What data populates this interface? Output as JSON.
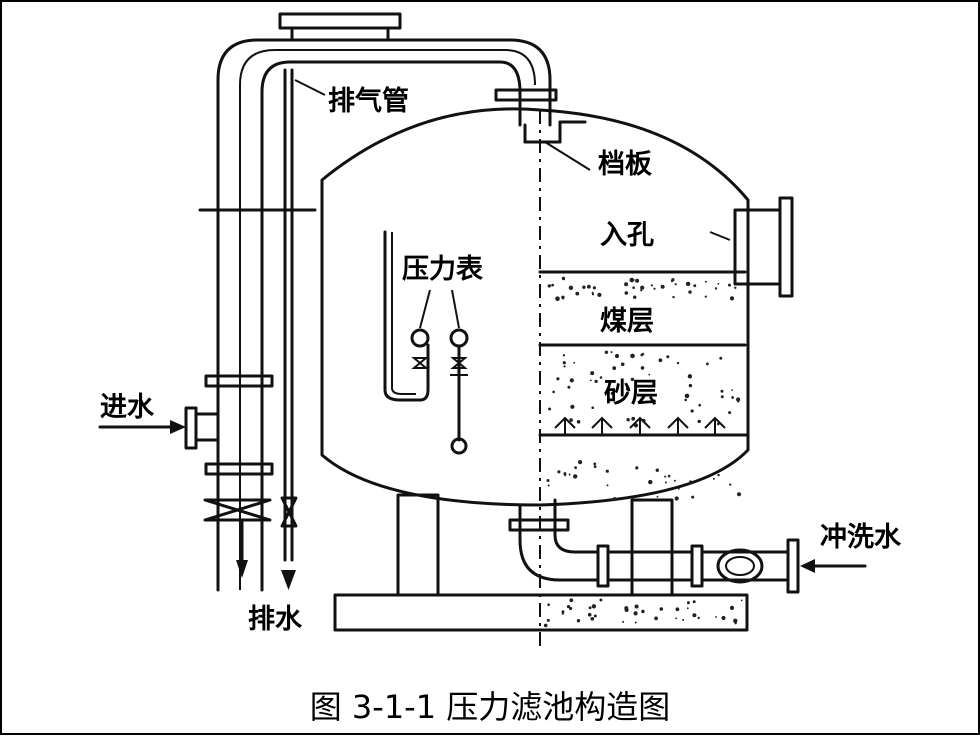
{
  "labels": {
    "vent_pipe": "排气管",
    "baffle": "档板",
    "manhole": "入孔",
    "pressure_gauge": "压力表",
    "coal_layer": "煤层",
    "sand_layer": "砂层",
    "water_inlet": "进水",
    "drainage": "排水",
    "backwash_water": "冲洗水"
  },
  "caption": "图 3-1-1 压力滤池构造图"
}
